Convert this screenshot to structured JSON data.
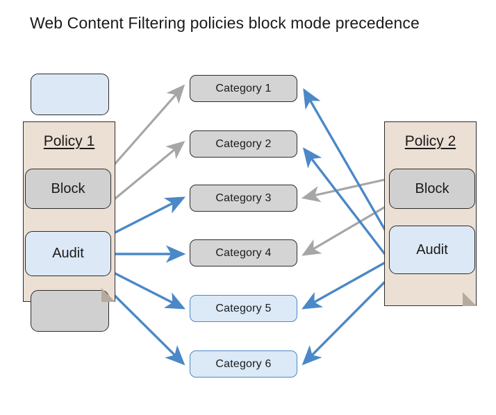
{
  "title": "Web Content Filtering policies block mode precedence",
  "colors": {
    "block_fill": "#d0d0d0",
    "audit_fill": "#dce8f5",
    "policy_fill": "#ece0d5",
    "blocked_category_fill": "#d4d4d4",
    "audited_category_fill": "#dce9f7",
    "block_arrow": "#a6a6a6",
    "audit_arrow": "#4a88c7",
    "outline": "#2b2b2b",
    "audited_category_border": "#4a87c8"
  },
  "policies": [
    {
      "id": "policy-1",
      "name": "Policy 1",
      "side": "left",
      "modes": [
        {
          "id": "block",
          "label": "Block"
        },
        {
          "id": "audit",
          "label": "Audit"
        }
      ]
    },
    {
      "id": "policy-2",
      "name": "Policy 2",
      "side": "right",
      "modes": [
        {
          "id": "block",
          "label": "Block"
        },
        {
          "id": "audit",
          "label": "Audit"
        }
      ]
    }
  ],
  "categories": [
    {
      "id": "category-1",
      "label": "Category  1",
      "effective_mode": "block"
    },
    {
      "id": "category-2",
      "label": "Category  2",
      "effective_mode": "block"
    },
    {
      "id": "category-3",
      "label": "Category  3",
      "effective_mode": "block"
    },
    {
      "id": "category-4",
      "label": "Category  4",
      "effective_mode": "block"
    },
    {
      "id": "category-5",
      "label": "Category  5",
      "effective_mode": "audit"
    },
    {
      "id": "category-6",
      "label": "Category  6",
      "effective_mode": "audit"
    }
  ],
  "connections": [
    {
      "from": "policy-1.block",
      "to": "category-1",
      "type": "block"
    },
    {
      "from": "policy-1.block",
      "to": "category-2",
      "type": "block"
    },
    {
      "from": "policy-1.audit",
      "to": "category-3",
      "type": "audit"
    },
    {
      "from": "policy-1.audit",
      "to": "category-4",
      "type": "audit"
    },
    {
      "from": "policy-1.audit",
      "to": "category-5",
      "type": "audit"
    },
    {
      "from": "policy-1.audit",
      "to": "category-6",
      "type": "audit"
    },
    {
      "from": "policy-2.block",
      "to": "category-3",
      "type": "block"
    },
    {
      "from": "policy-2.block",
      "to": "category-4",
      "type": "block"
    },
    {
      "from": "policy-2.audit",
      "to": "category-1",
      "type": "audit"
    },
    {
      "from": "policy-2.audit",
      "to": "category-2",
      "type": "audit"
    },
    {
      "from": "policy-2.audit",
      "to": "category-5",
      "type": "audit"
    },
    {
      "from": "policy-2.audit",
      "to": "category-6",
      "type": "audit"
    }
  ]
}
